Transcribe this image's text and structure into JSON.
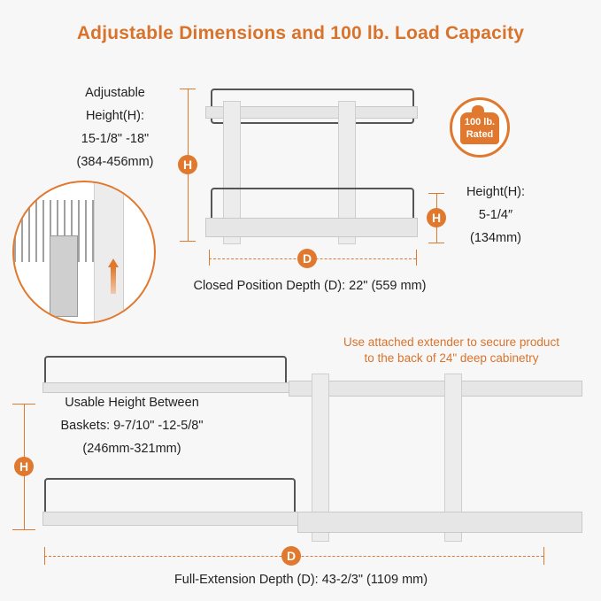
{
  "title": "Adjustable Dimensions and 100 lb. Load Capacity",
  "adjustable_height": {
    "lines": [
      "Adjustable",
      "Height(H):",
      "15-1/8\" -18\"",
      "(384-456mm)"
    ],
    "marker": "H"
  },
  "weight_badge": {
    "line1": "100 lb.",
    "line2": "Rated",
    "icon": "weight-icon"
  },
  "basket_height": {
    "lines": [
      "Height(H):",
      "5-1/4″",
      "(134mm)"
    ],
    "marker": "H"
  },
  "closed_depth": {
    "marker": "D",
    "label": "Closed Position Depth (D): 22\" (559 mm)"
  },
  "extender_note": {
    "lines": [
      "Use attached extender to secure product",
      "to the back of 24\" deep cabinetry"
    ]
  },
  "usable_height": {
    "lines": [
      "Usable Height Between",
      "Baskets: 9-7/10\" -12-5/8\"",
      "(246mm-321mm)"
    ],
    "marker": "H"
  },
  "full_depth": {
    "marker": "D",
    "label": "Full-Extension Depth (D): 43-2/3\" (1109 mm)"
  },
  "colors": {
    "accent": "#e0782e",
    "title": "#d9732b",
    "background": "#f7f7f7",
    "text": "#222222"
  }
}
